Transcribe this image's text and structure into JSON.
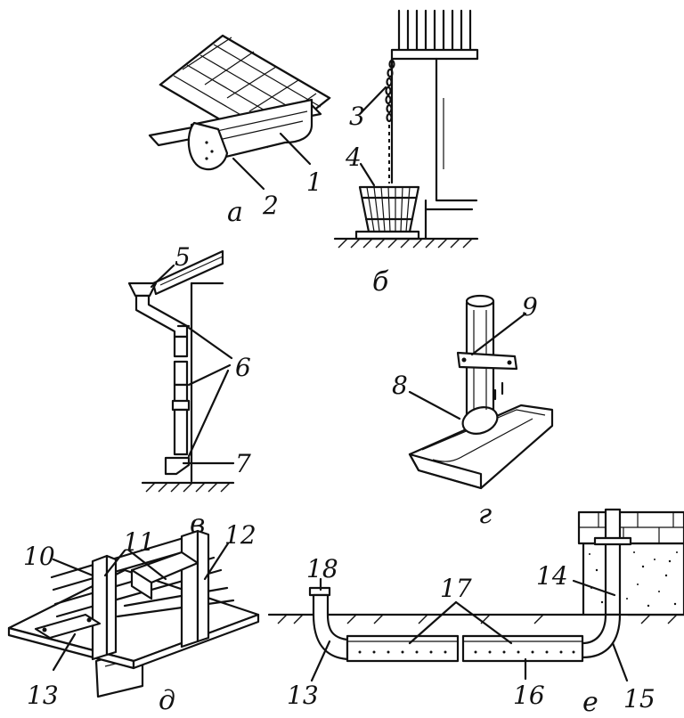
{
  "figure": {
    "callouts": [
      "1",
      "2",
      "3",
      "4",
      "5",
      "6",
      "7",
      "8",
      "9",
      "10",
      "11",
      "12",
      "13",
      "14",
      "15",
      "16",
      "17",
      "18",
      "13"
    ],
    "panel_letters": [
      "а",
      "б",
      "в",
      "г",
      "д",
      "е"
    ]
  }
}
